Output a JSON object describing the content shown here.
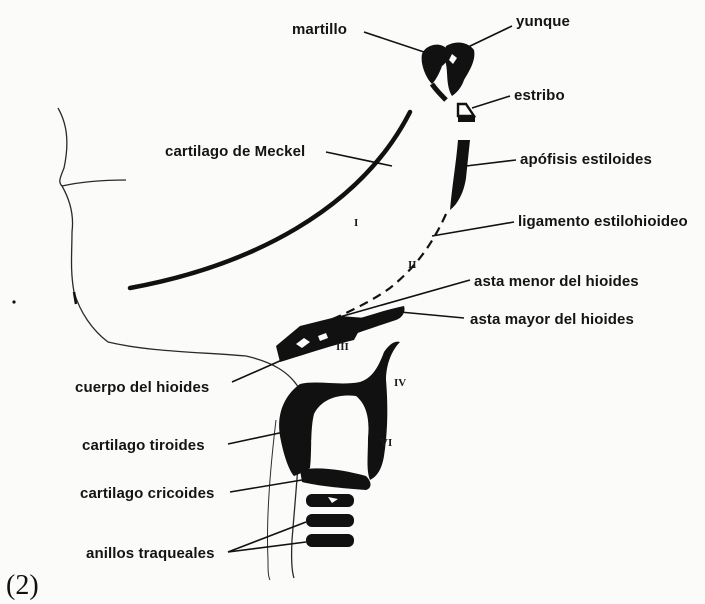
{
  "figure": {
    "number": "(2)"
  },
  "labels": {
    "martillo": "martillo",
    "yunque": "yunque",
    "estribo": "estribo",
    "meckel": "cartilago de Meckel",
    "estiloides": "apófisis estiloides",
    "ligamento": "ligamento estilohioideo",
    "asta_menor": "asta menor del hioides",
    "asta_mayor": "asta mayor del hioides",
    "cuerpo": "cuerpo del hioides",
    "tiroides": "cartilago tiroides",
    "cricoides": "cartilago cricoides",
    "anillos": "anillos traqueales"
  },
  "arches": [
    "I",
    "II",
    "III",
    "IV",
    "VI"
  ],
  "colors": {
    "ink": "#141414",
    "paper": "#fbfbfa",
    "outline": "#2a2a2a"
  }
}
